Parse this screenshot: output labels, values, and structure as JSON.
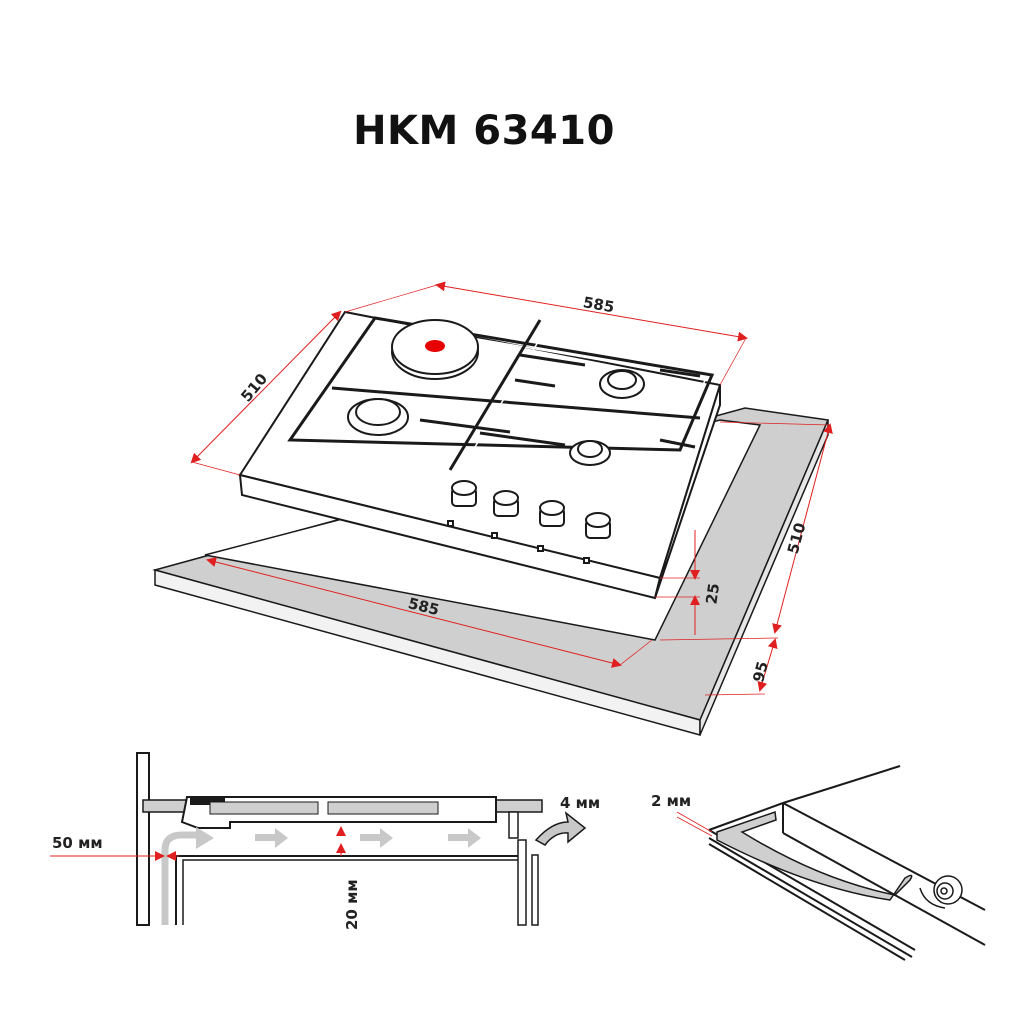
{
  "title": "HKM 63410",
  "main_view": {
    "hob_width": "585",
    "hob_depth": "510",
    "cutout_width": "585",
    "cutout_depth": "510",
    "hob_height": "25",
    "front_margin": "95",
    "burners": [
      {
        "type": "electric",
        "position": "rear-left"
      },
      {
        "type": "gas",
        "position": "rear-right"
      },
      {
        "type": "gas",
        "position": "front-left"
      },
      {
        "type": "gas",
        "position": "front-right"
      }
    ],
    "knobs_count": 4
  },
  "section_view": {
    "wall_gap": "50 мм",
    "air_gap": "20 мм",
    "front_gap": "4 мм"
  },
  "seal_view": {
    "seal_thickness": "2 мм"
  },
  "colors": {
    "dimension_red": "#e02020",
    "countertop_gray": "#cfcfcf",
    "outline": "#1a1a1a",
    "airflow_gray": "#c8c8c8"
  }
}
